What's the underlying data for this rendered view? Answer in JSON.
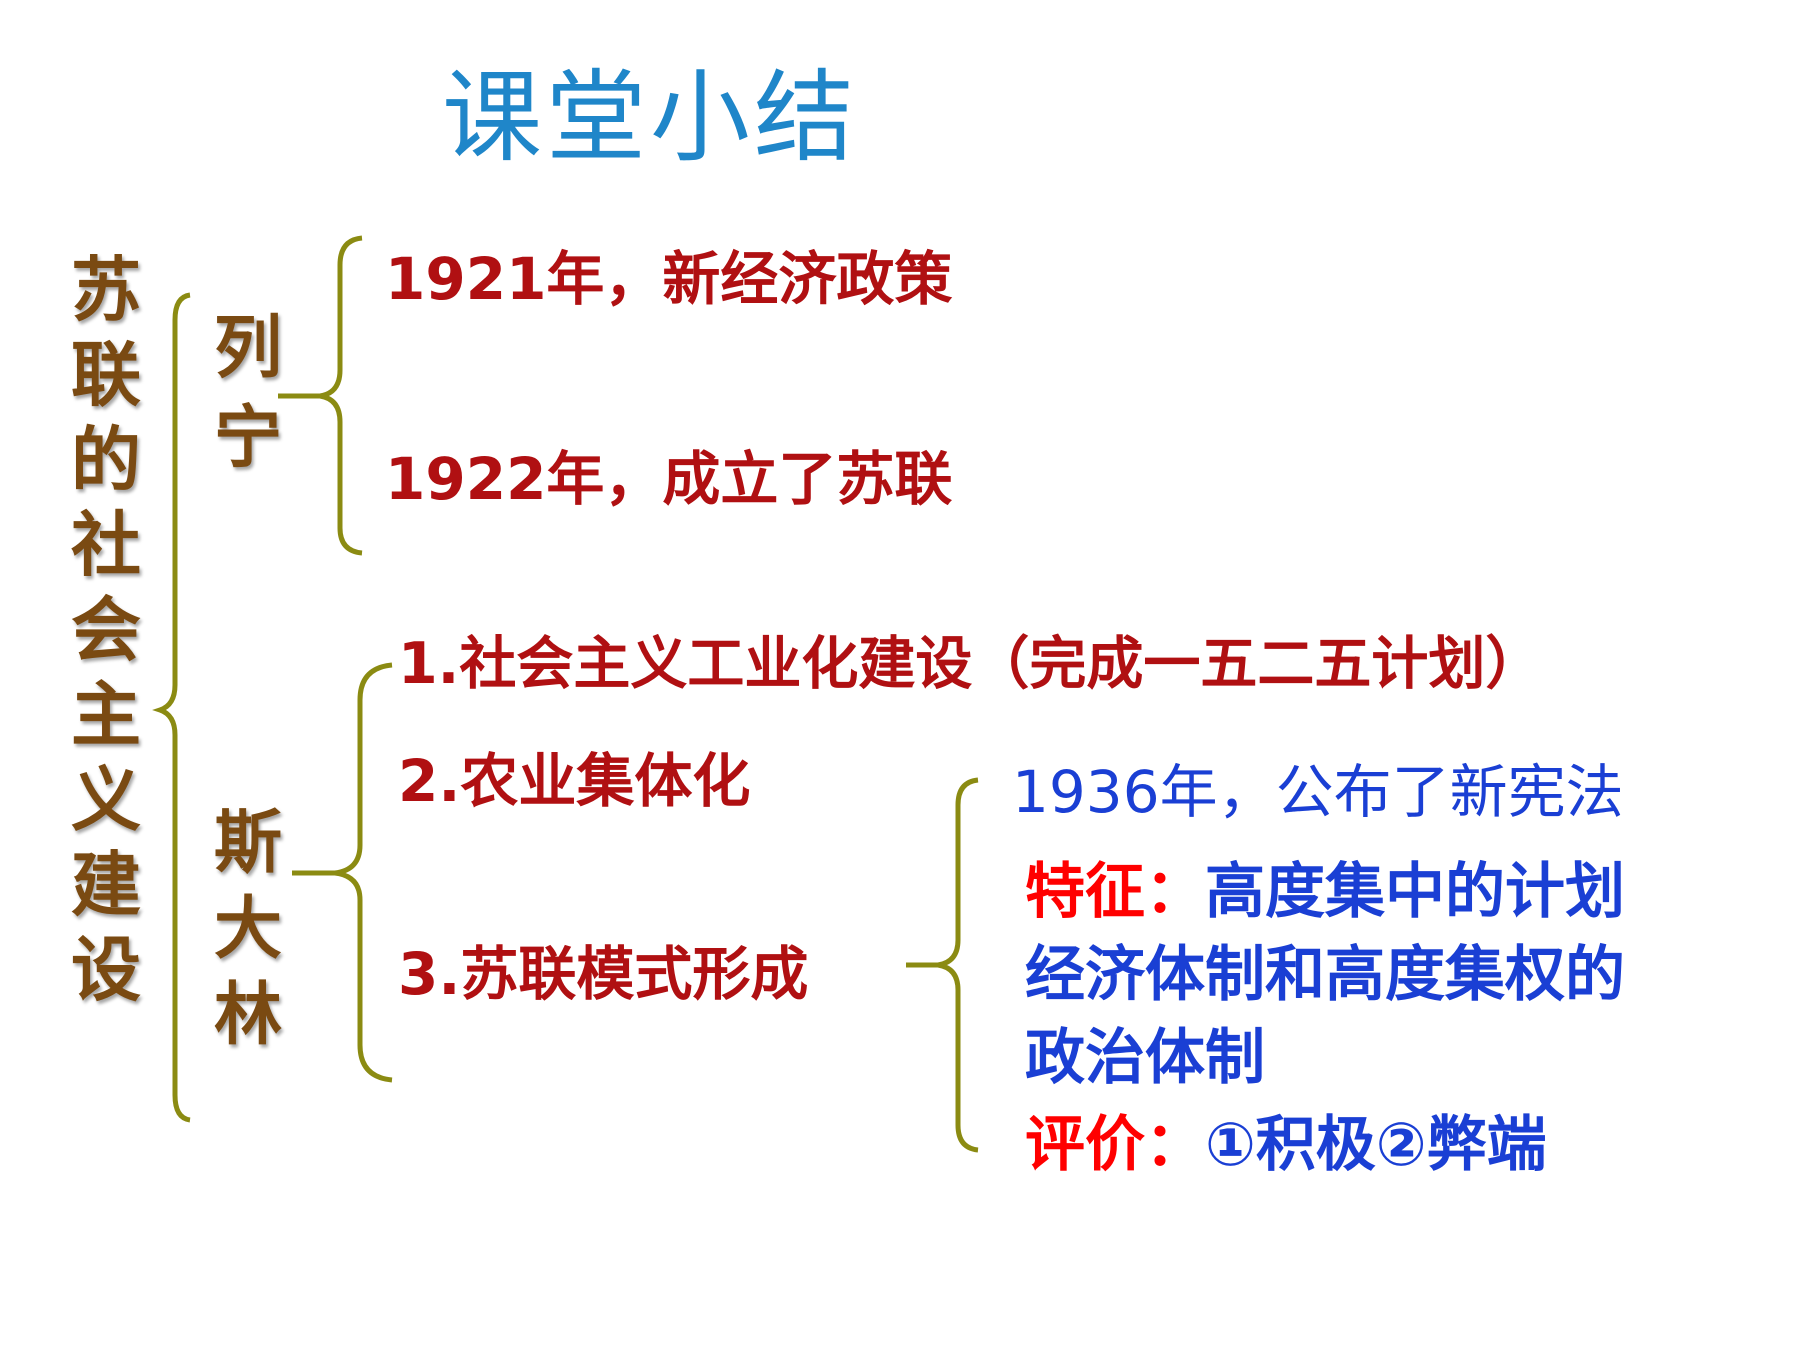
{
  "title": "课堂小结",
  "main_topic": [
    "苏",
    "联",
    "的",
    "社",
    "会",
    "主",
    "义",
    "建",
    "设"
  ],
  "lenin": {
    "label": [
      "列",
      "宁"
    ],
    "items": [
      "1921年，新经济政策",
      "1922年，成立了苏联"
    ]
  },
  "stalin": {
    "label": [
      "斯",
      "大",
      "林"
    ],
    "items": [
      "1.社会主义工业化建设（完成一五二五计划）",
      "2.农业集体化",
      "3.苏联模式形成"
    ]
  },
  "soviet_model": {
    "constitution": "1936年，公布了新宪法",
    "feature_label": "特征：",
    "feature_text_lines": [
      "高度集中的计划",
      "经济体制和高度集权的",
      "政治体制"
    ],
    "evaluation_label": "评价：",
    "evaluation_text": "①积极②弊端"
  },
  "colors": {
    "title": "#1f86c9",
    "topic": "#7a4a12",
    "item_red": "#b01012",
    "label_red": "#ff0000",
    "blue": "#1a3fd4",
    "brace": "#8b8b12"
  }
}
